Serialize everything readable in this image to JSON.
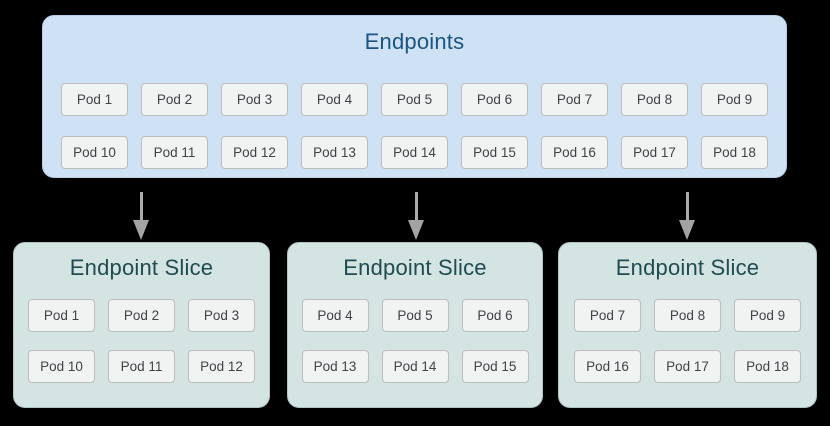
{
  "colors": {
    "background": "#000000",
    "endpoints_fill": "#cfe1f4",
    "endpoints_border": "#b7cee9",
    "endpoints_title_text": "#1a5480",
    "slice_fill": "#d3e4e3",
    "slice_border": "#aec5c4",
    "slice_title_text": "#204b50",
    "pod_fill": "#f1f2f2",
    "pod_border": "#bcbebe",
    "pod_text": "#3f4347",
    "arrow": "#a6a6a6"
  },
  "endpoints": {
    "title": "Endpoints",
    "pods": [
      "Pod 1",
      "Pod 2",
      "Pod 3",
      "Pod 4",
      "Pod 5",
      "Pod 6",
      "Pod 7",
      "Pod 8",
      "Pod 9",
      "Pod 10",
      "Pod 11",
      "Pod 12",
      "Pod 13",
      "Pod 14",
      "Pod 15",
      "Pod 16",
      "Pod 17",
      "Pod 18"
    ]
  },
  "slices": [
    {
      "title": "Endpoint Slice",
      "pods": [
        "Pod 1",
        "Pod 2",
        "Pod 3",
        "Pod 10",
        "Pod 11",
        "Pod 12"
      ]
    },
    {
      "title": "Endpoint Slice",
      "pods": [
        "Pod 4",
        "Pod 5",
        "Pod 6",
        "Pod 13",
        "Pod 14",
        "Pod 15"
      ]
    },
    {
      "title": "Endpoint Slice",
      "pods": [
        "Pod 7",
        "Pod 8",
        "Pod 9",
        "Pod 16",
        "Pod 17",
        "Pod 18"
      ]
    }
  ]
}
